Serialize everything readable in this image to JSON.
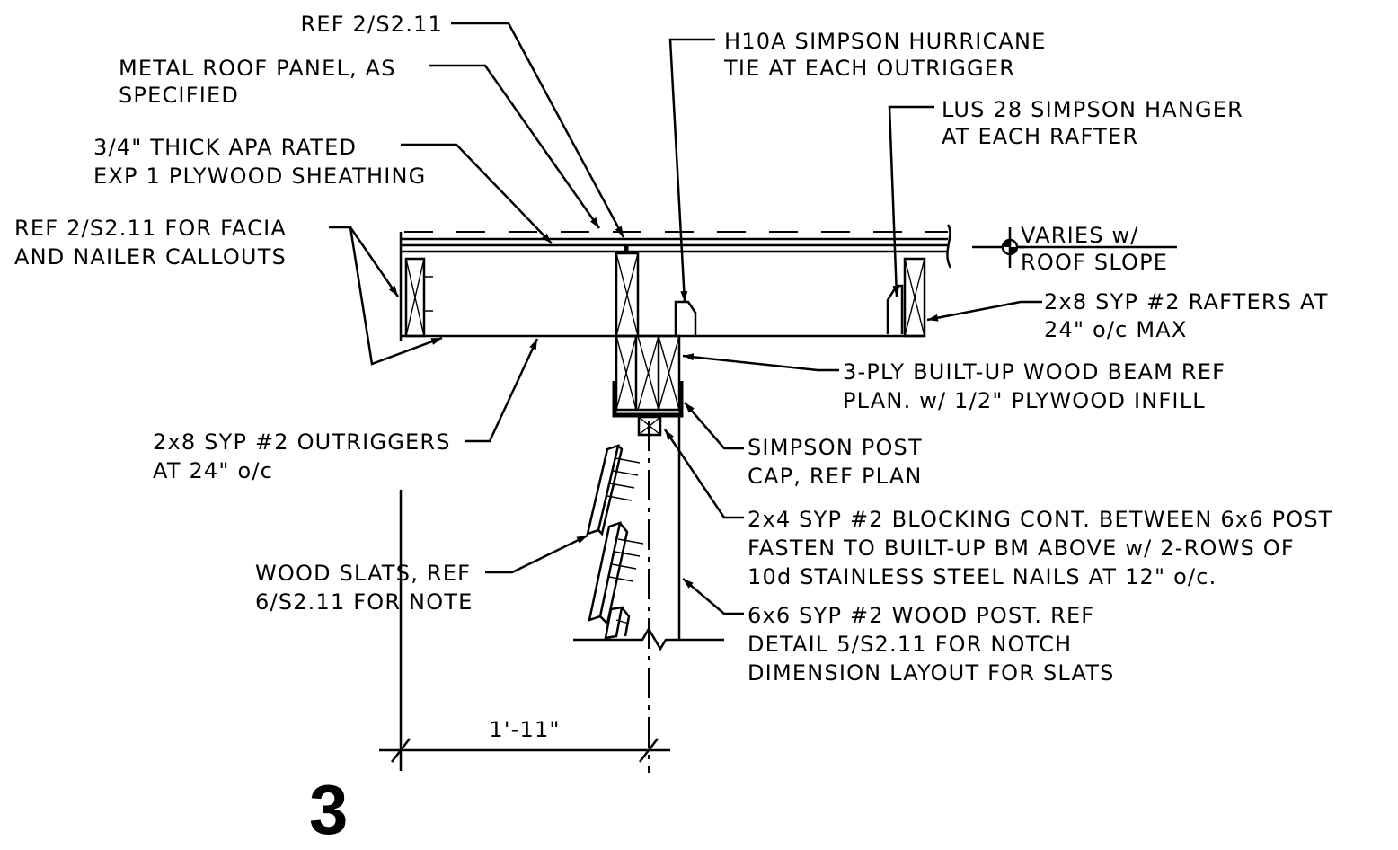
{
  "detail_number": "3",
  "dimension": "1'-11\"",
  "slope_note": [
    "VARIES w/",
    "ROOF SLOPE"
  ],
  "callouts": {
    "ref_top": [
      "REF 2/S2.11"
    ],
    "metal_roof": [
      "METAL ROOF PANEL, AS",
      "SPECIFIED"
    ],
    "plywood": [
      "3/4\" THICK APA RATED",
      "EXP 1 PLYWOOD SHEATHING"
    ],
    "facia": [
      "REF 2/S2.11 FOR FACIA",
      "AND NAILER CALLOUTS"
    ],
    "outriggers": [
      "2x8 SYP #2 OUTRIGGERS",
      "AT 24\" o/c"
    ],
    "slats": [
      "WOOD SLATS, REF",
      "6/S2.11 FOR NOTE"
    ],
    "hurricane_tie": [
      "H10A SIMPSON HURRICANE",
      "TIE AT EACH OUTRIGGER"
    ],
    "hanger": [
      "LUS 28 SIMPSON HANGER",
      "AT EACH RAFTER"
    ],
    "rafters": [
      "2x8 SYP #2 RAFTERS AT",
      "24\" o/c MAX"
    ],
    "beam": [
      "3-PLY BUILT-UP WOOD BEAM REF",
      "PLAN. w/ 1/2\" PLYWOOD INFILL"
    ],
    "post_cap": [
      "SIMPSON POST",
      "CAP, REF PLAN"
    ],
    "blocking": [
      "2x4 SYP #2 BLOCKING CONT. BETWEEN 6x6 POST",
      "FASTEN TO BUILT-UP BM ABOVE w/ 2-ROWS OF",
      "10d STAINLESS STEEL NAILS AT 12\" o/c."
    ],
    "post": [
      "6x6 SYP #2 WOOD POST. REF",
      "DETAIL 5/S2.11 FOR NOTCH",
      "DIMENSION LAYOUT FOR SLATS"
    ]
  }
}
